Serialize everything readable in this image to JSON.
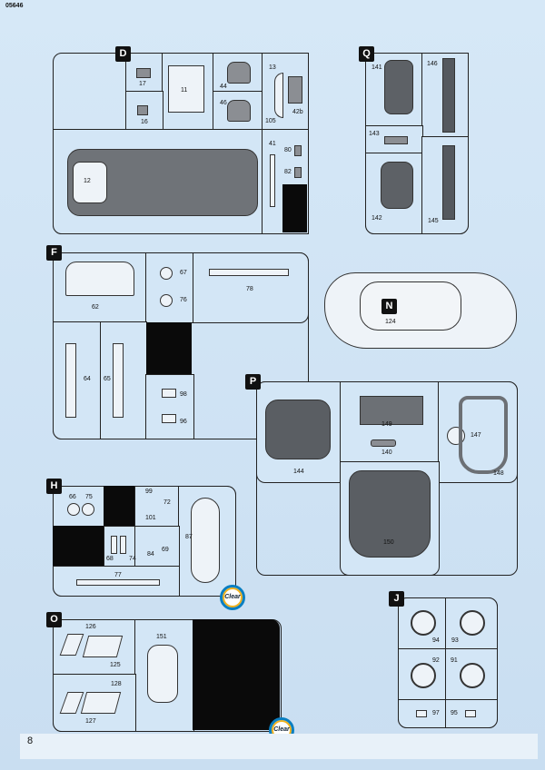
{
  "document": {
    "number": "05646",
    "page": "8"
  },
  "sprues": {
    "D": {
      "label": "D",
      "parts": [
        "17",
        "11",
        "44",
        "46",
        "13",
        "42b",
        "105",
        "16",
        "12",
        "41",
        "80",
        "82"
      ]
    },
    "Q": {
      "label": "Q",
      "parts": [
        "141",
        "146",
        "143",
        "142",
        "145"
      ]
    },
    "F": {
      "label": "F",
      "parts": [
        "62",
        "67",
        "76",
        "78",
        "64",
        "65",
        "98",
        "96"
      ]
    },
    "N": {
      "label": "N",
      "parts": [
        "124"
      ]
    },
    "P": {
      "label": "P",
      "parts": [
        "144",
        "149",
        "140",
        "147",
        "148",
        "150"
      ]
    },
    "H": {
      "label": "H",
      "parts": [
        "66",
        "75",
        "99",
        "72",
        "101",
        "87",
        "68",
        "74",
        "84",
        "69",
        "77"
      ],
      "badge": "Clear"
    },
    "J": {
      "label": "J",
      "parts": [
        "94",
        "93",
        "92",
        "91",
        "97",
        "95"
      ]
    },
    "O": {
      "label": "O",
      "parts": [
        "126",
        "125",
        "151",
        "128",
        "127"
      ],
      "badge": "Clear"
    }
  }
}
